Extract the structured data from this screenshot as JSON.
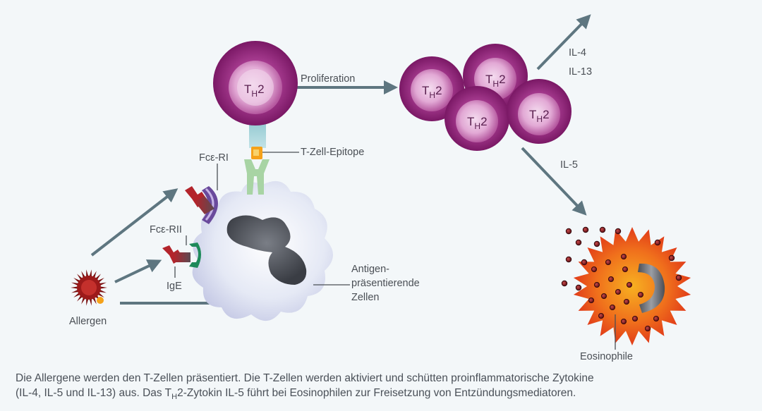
{
  "labels": {
    "fc_ri": "Fcε-RI",
    "fc_rii": "Fcε-RII",
    "ige": "IgE",
    "allergen": "Allergen",
    "t_cell_epitope": "T-Zell-Epitope",
    "proliferation": "Proliferation",
    "il4": "IL-4",
    "il13": "IL-13",
    "il5": "IL-5",
    "apc_line1": "Antigen-",
    "apc_line2": "präsentierende",
    "apc_line3": "Zellen",
    "eosinophil": "Eosinophile"
  },
  "th_cell": {
    "main": "T",
    "sub": "H",
    "suffix": "2"
  },
  "caption": {
    "line1": "Die Allergene werden den T-Zellen präsentiert. Die T-Zellen werden aktiviert und schütten proinflammatorische Zytokine",
    "line2_pre": "(IL-4, IL-5 und IL-13) aus. Das T",
    "line2_sub": "H",
    "line2_post": "2-Zytokin IL-5 führt bei Eosinophilen zur Freisetzung von Entzündungsmediatoren."
  },
  "colors": {
    "th2_cell": "#8c1f74",
    "arrow": "#5e7680",
    "apc": "#e4e8f4",
    "apc_nucleus": "#4c5058",
    "eosinophil": "#e8441c",
    "receptor_red": "#b3242b",
    "fc_ri": "#6a4a9c",
    "fc_rii": "#1e8a5a",
    "tcr": "#9ccfd6",
    "epitope": "#f5a21a",
    "mhc": "#a8d4a4"
  }
}
